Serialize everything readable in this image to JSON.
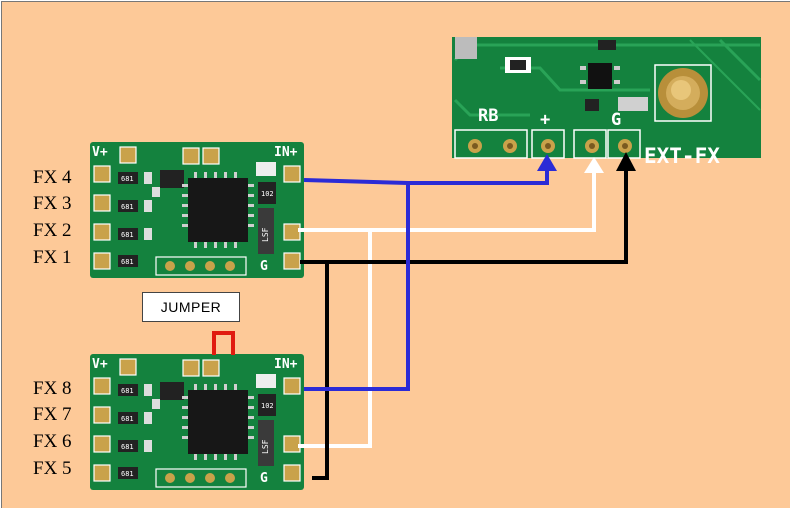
{
  "labels": {
    "fx4": "FX 4",
    "fx3": "FX 3",
    "fx2": "FX 2",
    "fx1": "FX 1",
    "fx8": "FX 8",
    "fx7": "FX 7",
    "fx6": "FX 6",
    "fx5": "FX 5"
  },
  "jumper": "JUMPER",
  "module": {
    "vplus": "V+",
    "inplus": "IN+",
    "g": "G",
    "chip_text": "681",
    "chip_text_alt": "102",
    "side_text": "LSF"
  },
  "board": {
    "rb": "RB",
    "plus": "+",
    "g": "G",
    "ext_fx": "EXT-FX"
  },
  "colors": {
    "background": "#fdc998",
    "pcb": "#14823e",
    "blue_wire": "#2b2bd6",
    "white_wire": "#ffffff",
    "black_wire": "#000000",
    "jumper_wire": "#e01b10"
  }
}
